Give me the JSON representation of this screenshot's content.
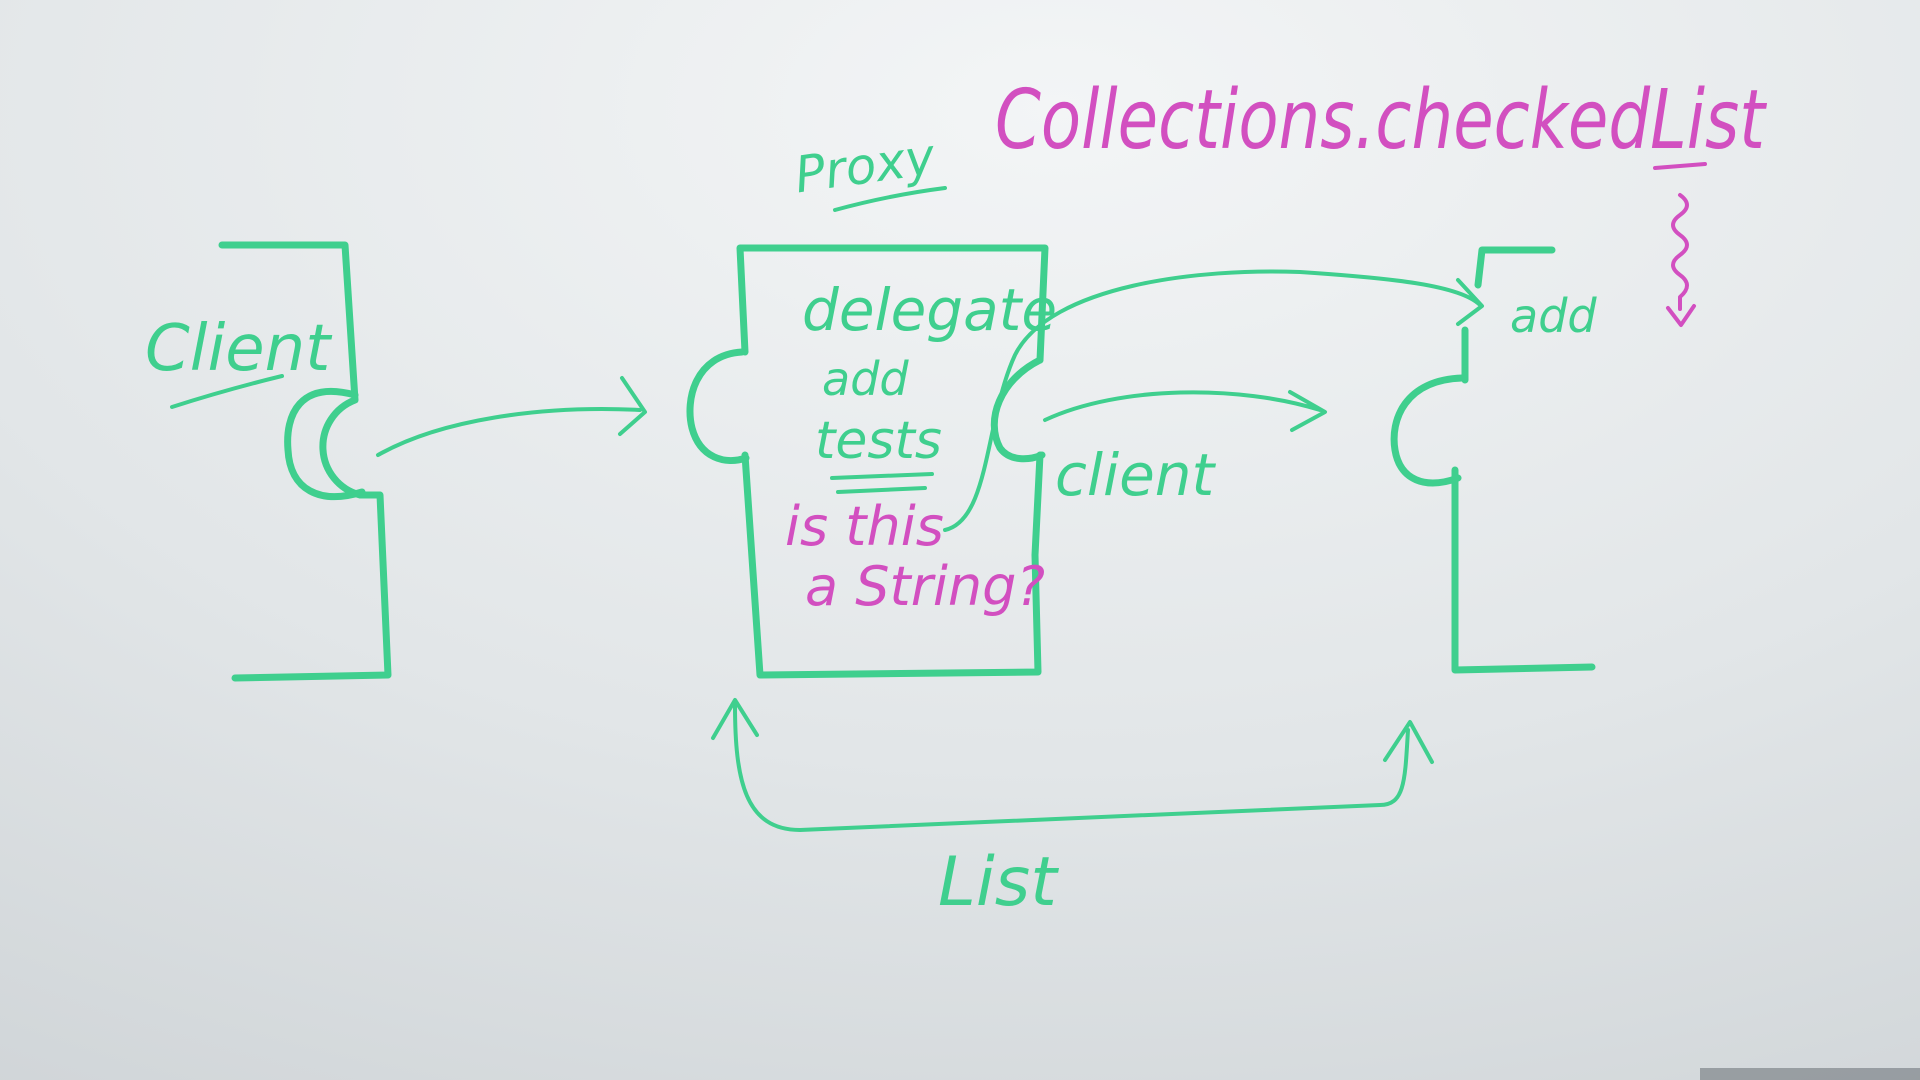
{
  "title": "Collections.checkedList",
  "labels": {
    "proxy": "Proxy",
    "client_left": "Client",
    "delegate": "delegate",
    "add_inside": "add",
    "tests": "tests",
    "question_line1": "is this",
    "question_line2": "a String?",
    "client_mid": "client",
    "add_right": "add",
    "list": "List"
  },
  "colors": {
    "green_marker": "#3fcf8e",
    "pink_marker": "#d24fc0",
    "board": "#e4e8ea"
  }
}
